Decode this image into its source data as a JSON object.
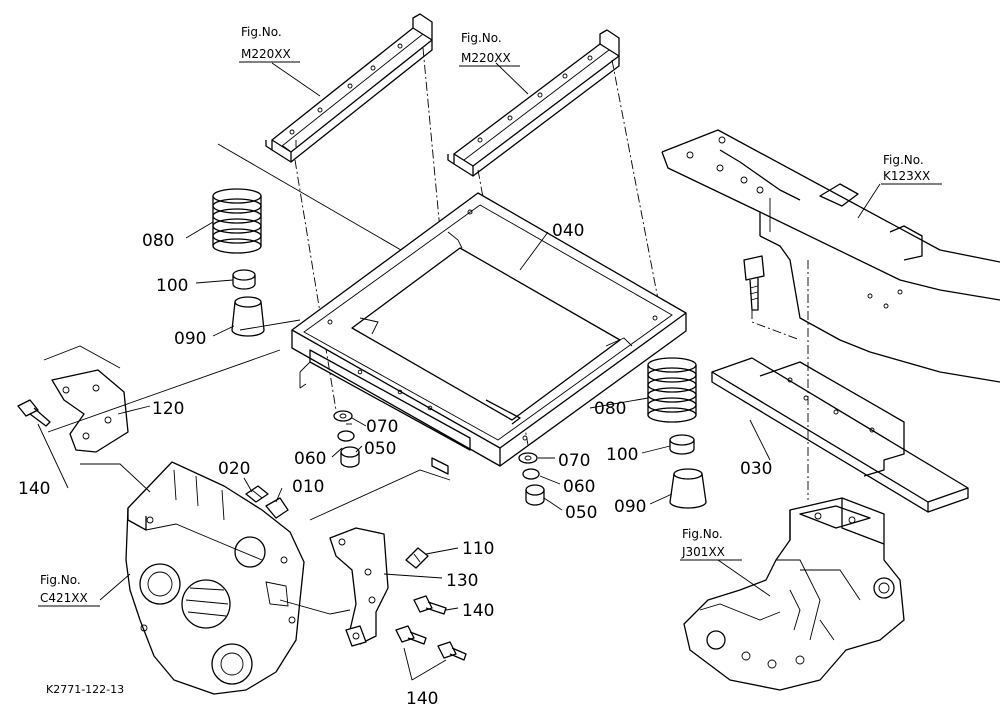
{
  "labels": {
    "p020": "020",
    "p010": "010",
    "p040": "040",
    "p030": "030",
    "p050a": "050",
    "p050b": "050",
    "p060a": "060",
    "p060b": "060",
    "p070a": "070",
    "p070b": "070",
    "p080a": "080",
    "p080b": "080",
    "p090a": "090",
    "p090b": "090",
    "p100a": "100",
    "p100b": "100",
    "p110": "110",
    "p120": "120",
    "p130": "130",
    "p140a": "140",
    "p140b": "140",
    "p140c": "140"
  },
  "figure_refs": [
    {
      "line1": "Fig.No.",
      "line2": "M220XX"
    },
    {
      "line1": "Fig.No.",
      "line2": "M220XX"
    },
    {
      "line1": "Fig.No.",
      "line2": "K123XX"
    },
    {
      "line1": "Fig.No.",
      "line2": "C421XX"
    },
    {
      "line1": "Fig.No.",
      "line2": "J301XX"
    }
  ],
  "drawing_code": "K2771-122-13"
}
